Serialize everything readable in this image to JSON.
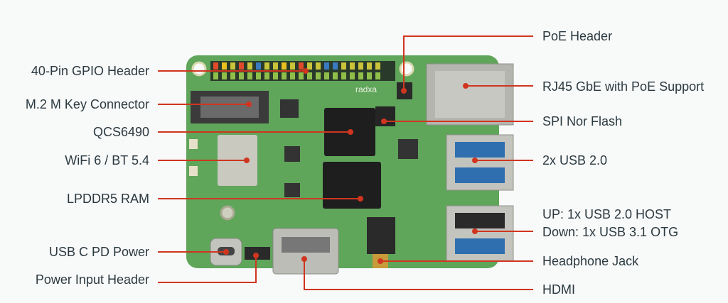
{
  "colors": {
    "leader": "#d0361f",
    "text": "#2b3a40",
    "pcb": "#5fa55a"
  },
  "board": {
    "silkscreen_brand": "radxa"
  },
  "labels_left": [
    "40-Pin GPIO Header",
    "M.2 M Key Connector",
    "QCS6490",
    "WiFi 6 / BT 5.4",
    "LPDDR5 RAM",
    "USB C PD Power",
    "Power Input Header"
  ],
  "labels_right": [
    "PoE Header",
    "RJ45 GbE with PoE Support",
    "SPI Nor Flash",
    "2x USB 2.0",
    "UP: 1x USB 2.0 HOST",
    "Down: 1x USB 3.1 OTG",
    "Headphone Jack",
    "HDMI"
  ]
}
